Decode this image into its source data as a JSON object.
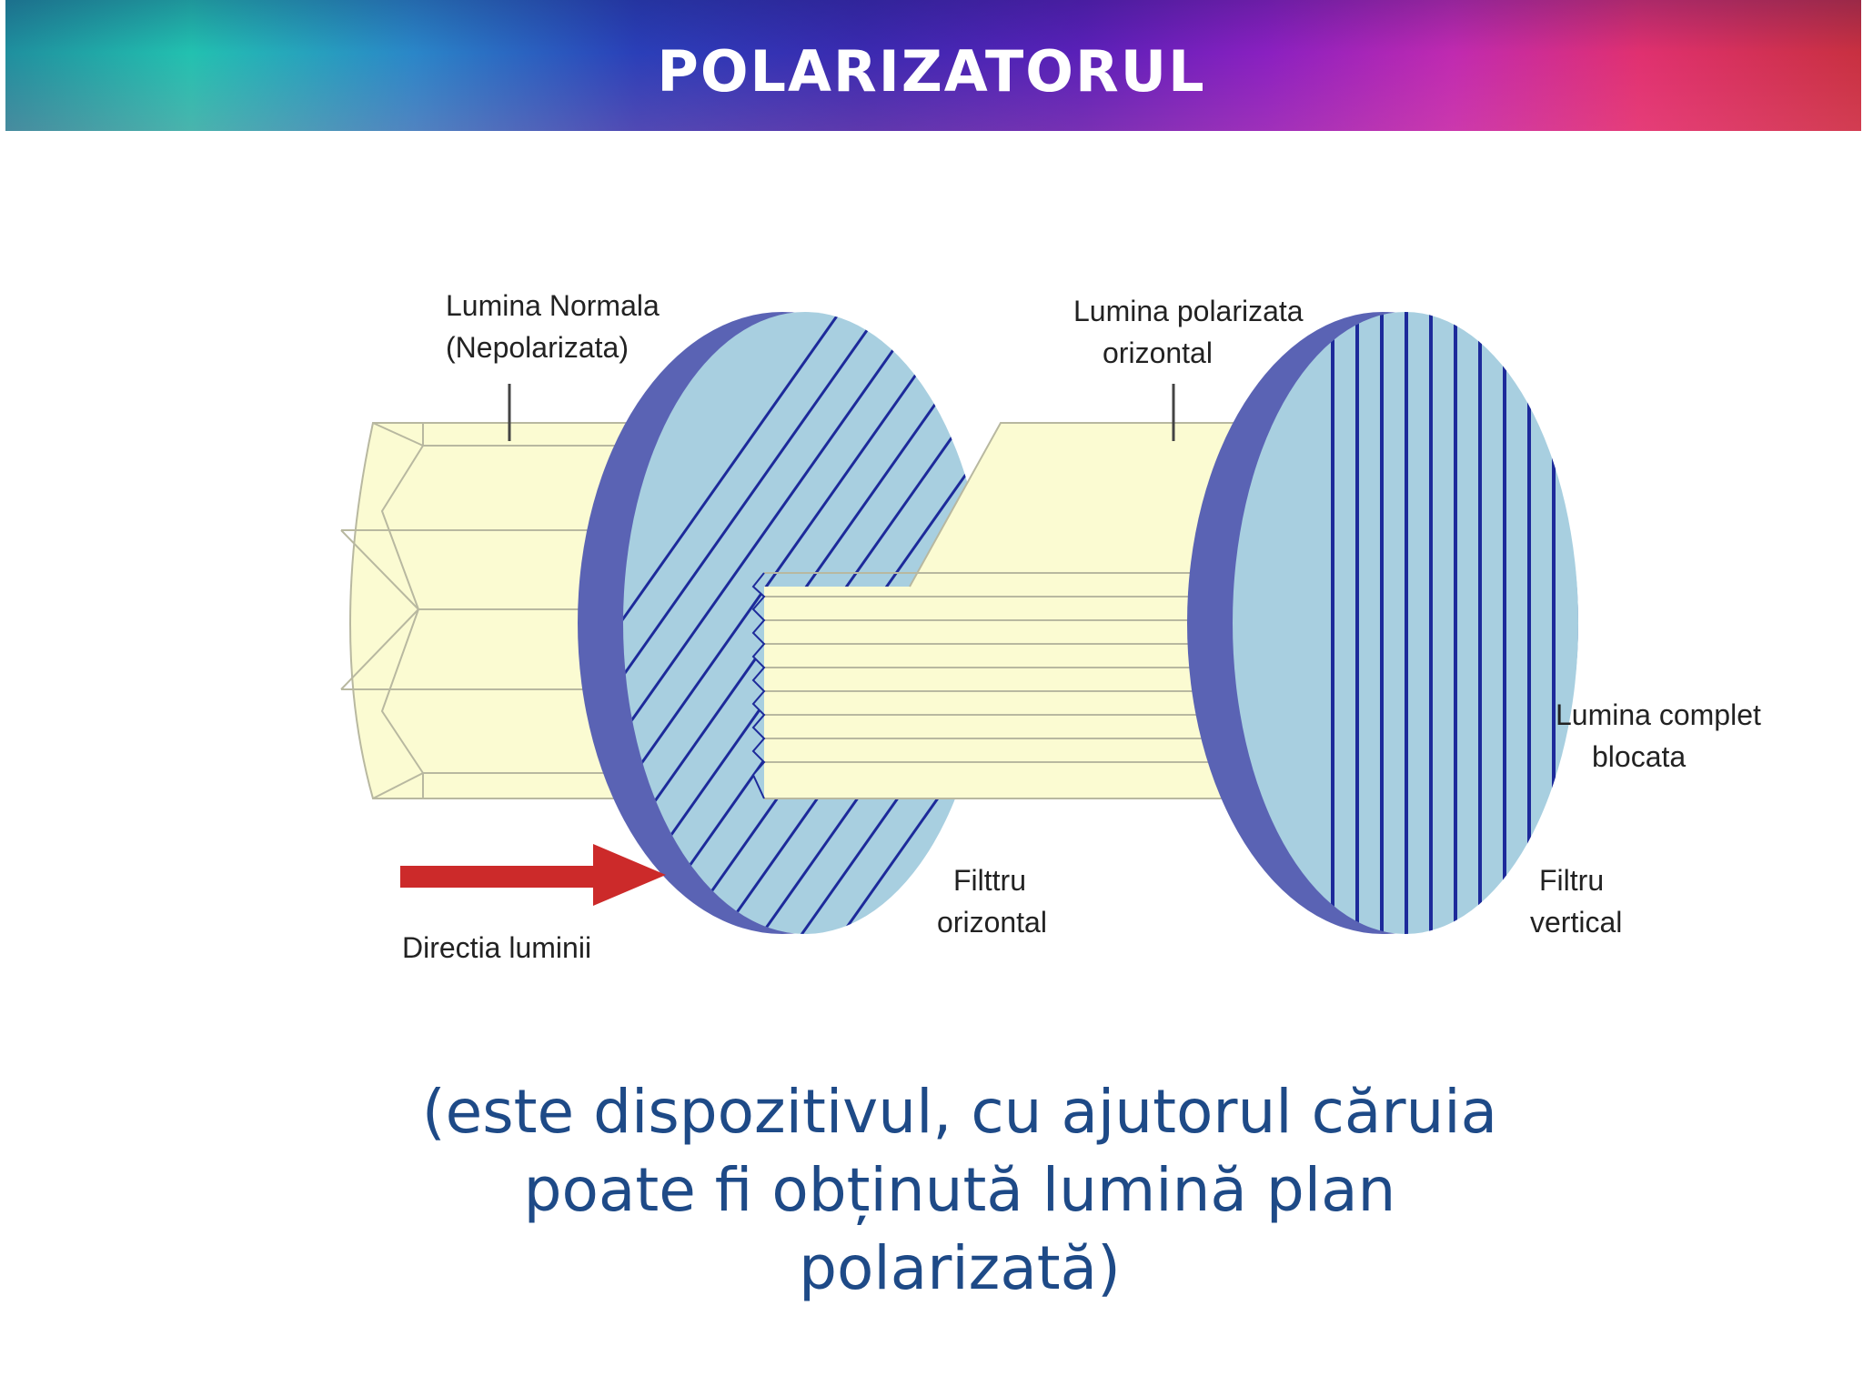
{
  "header": {
    "title": "POLARIZATORUL"
  },
  "diagram": {
    "label_normal_line1": "Lumina Normala",
    "label_normal_line2": "(Nepolarizata)",
    "label_polarized_line1": "Lumina polarizata",
    "label_polarized_line2": "orizontal",
    "label_blocked_line1": "Lumina complet",
    "label_blocked_line2": "blocata",
    "label_hfilter_line1": "Filttru",
    "label_hfilter_line2": "orizontal",
    "label_vfilter_line1": "Filtru",
    "label_vfilter_line2": "vertical",
    "label_direction": "Directia luminii",
    "colors": {
      "beam": "#fbfbd2",
      "filter_face": "#a8cfe0",
      "filter_rim": "#5a63b4",
      "stripes": "#1d2a9a",
      "arrow": "#cc2a2a"
    }
  },
  "caption": {
    "line1": "(este dispozitivul, cu ajutorul căruia",
    "line2": "poate fi obținută lumină plan",
    "line3": "polarizată)"
  }
}
